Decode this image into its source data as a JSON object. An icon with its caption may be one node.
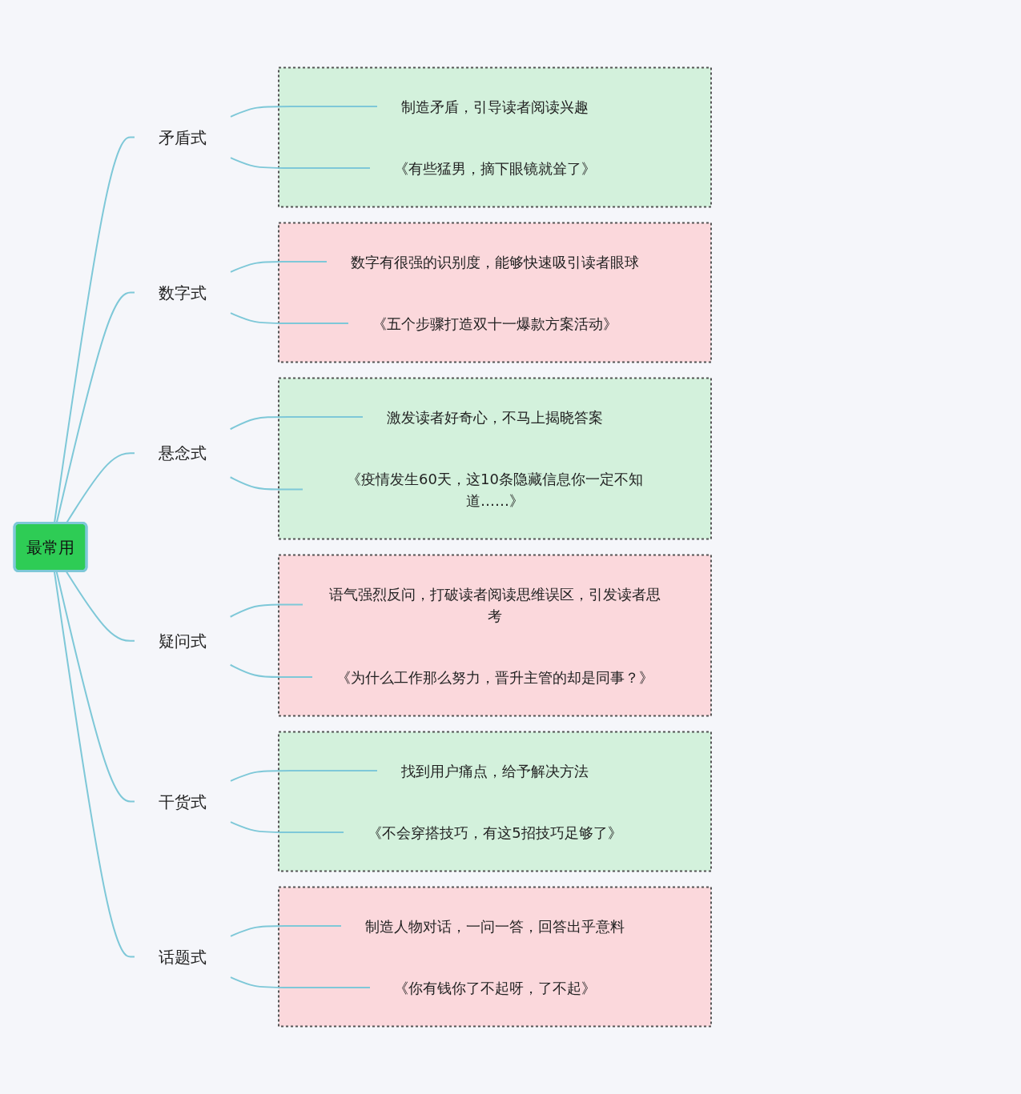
{
  "diagram": {
    "nodes": [
      {
        "text": [
          "最常用"
        ]
      },
      {
        "text": [
          "矛盾式"
        ]
      },
      {
        "text": [],
        "shape": "box"
      },
      {
        "text": [
          "制造矛盾，引导读者阅读兴趣"
        ],
        "in": 2
      },
      {
        "text": [
          "《有些猛男，摘下眼镜就耸了》"
        ],
        "in": 2
      },
      {
        "text": [
          "数字式"
        ]
      },
      {
        "text": [],
        "shape": "box"
      },
      {
        "text": [
          "数字有很强的识别度，能够快速吸引读者眼球"
        ],
        "in": 6
      },
      {
        "text": [
          "《五个步骤打造双十一爆款方案活动》"
        ],
        "in": 6
      },
      {
        "text": [
          "悬念式"
        ]
      },
      {
        "text": [],
        "shape": "box"
      },
      {
        "text": [
          "激发读者好奇心，不马上揭晓答案"
        ],
        "in": 10
      },
      {
        "text": [
          "《疫情发生60天，这10条隐藏信息你一定不知道……》"
        ],
        "in": 10
      },
      {
        "text": [
          "疑问式"
        ]
      },
      {
        "text": [],
        "shape": "box"
      },
      {
        "text": [
          "语气强烈反问，打破读者阅读思维误区，引发读者思考"
        ],
        "in": 14
      },
      {
        "text": [
          "《为什么工作那么努力，晋升主管的却是同事？》"
        ],
        "in": 14
      },
      {
        "text": [
          "干货式"
        ]
      },
      {
        "text": [],
        "shape": "box"
      },
      {
        "text": [
          "找到用户痛点，给予解决方法"
        ],
        "in": 18
      },
      {
        "text": [
          "《不会穿搭技巧，有这5招技巧足够了》"
        ],
        "in": 18
      },
      {
        "text": [
          "话题式"
        ]
      },
      {
        "text": [],
        "shape": "box"
      },
      {
        "text": [
          "制造人物对话，一问一答，回答出乎意料"
        ],
        "in": 22
      },
      {
        "text": [
          "《你有钱你了不起呀，了不起》"
        ],
        "in": 22
      }
    ],
    "edges": [
      {
        "from": 0,
        "to": 1,
        "arrow": "none"
      },
      {
        "from": 1,
        "to": 3,
        "arrow": "none"
      },
      {
        "from": 1,
        "to": 4,
        "arrow": "none"
      },
      {
        "from": 0,
        "to": 5,
        "arrow": "none"
      },
      {
        "from": 5,
        "to": 7,
        "arrow": "none"
      },
      {
        "from": 5,
        "to": 8,
        "arrow": "none"
      },
      {
        "from": 0,
        "to": 9,
        "arrow": "none"
      },
      {
        "from": 9,
        "to": 11,
        "arrow": "none"
      },
      {
        "from": 9,
        "to": 12,
        "arrow": "none"
      },
      {
        "from": 0,
        "to": 13,
        "arrow": "none"
      },
      {
        "from": 13,
        "to": 15,
        "arrow": "none"
      },
      {
        "from": 13,
        "to": 16,
        "arrow": "none"
      },
      {
        "from": 0,
        "to": 17,
        "arrow": "none"
      },
      {
        "from": 17,
        "to": 19,
        "arrow": "none"
      },
      {
        "from": 17,
        "to": 20,
        "arrow": "none"
      },
      {
        "from": 0,
        "to": 21,
        "arrow": "none"
      },
      {
        "from": 21,
        "to": 23,
        "arrow": "none"
      },
      {
        "from": 21,
        "to": 24,
        "arrow": "none"
      }
    ]
  }
}
